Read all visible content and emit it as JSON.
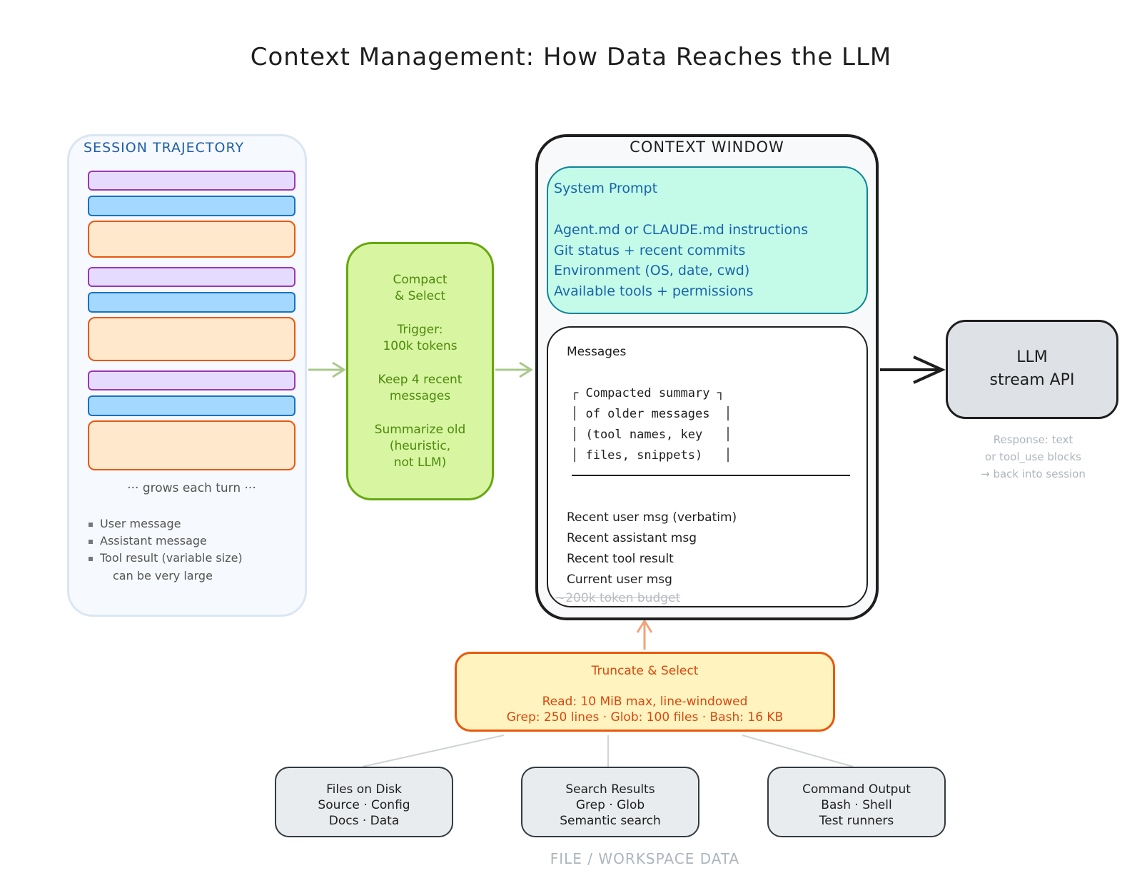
{
  "title": "Context Management: How Data Reaches the LLM",
  "session": {
    "title": "SESSION TRAJECTORY",
    "grows": "··· grows each turn ···",
    "legend": [
      "User message",
      "Assistant message",
      "Tool result (variable size)"
    ],
    "legend_note": "can be very large"
  },
  "compact": {
    "lines": [
      "Compact",
      "& Select",
      "",
      "Trigger:",
      "100k tokens",
      "",
      "Keep 4 recent",
      "messages",
      "",
      "Summarize old",
      "(heuristic,",
      "not LLM)"
    ]
  },
  "context": {
    "title": "CONTEXT WINDOW",
    "system": {
      "heading": "System Prompt",
      "lines": [
        "Agent.md or CLAUDE.md instructions",
        "Git status + recent commits",
        "Environment (OS, date, cwd)",
        "Available tools + permissions"
      ]
    },
    "messages": {
      "heading": "Messages",
      "summary": [
        "┌ Compacted summary ┐",
        "│ of older messages  │",
        "│ (tool names, key   │",
        "│ files, snippets)   │"
      ],
      "recent": [
        "Recent user msg (verbatim)",
        "Recent assistant msg",
        "Recent tool result",
        "Current user msg"
      ]
    },
    "budget": "~200k token budget"
  },
  "llm": {
    "lines": [
      "LLM",
      "stream API"
    ],
    "response": [
      "Response: text",
      "or tool_use blocks",
      "→ back into session"
    ]
  },
  "truncate": {
    "heading": "Truncate & Select",
    "line1": "Read: 10 MiB max, line-windowed",
    "line2": "Grep: 250 lines · Glob: 100 files · Bash: 16 KB"
  },
  "sources": [
    {
      "lines": [
        "Files on Disk",
        "Source · Config",
        "Docs · Data"
      ]
    },
    {
      "lines": [
        "Search Results",
        "Grep · Glob",
        "Semantic search"
      ]
    },
    {
      "lines": [
        "Command Output",
        "Bash · Shell",
        "Test runners"
      ]
    }
  ],
  "workspace_label": "FILE / WORKSPACE DATA",
  "colors": {
    "user": "#e5dbff",
    "assistant": "#a5d8ff",
    "tool": "#ffe8cc",
    "compact_stroke": "#66a80f",
    "truncate_stroke": "#e8590c",
    "system_fill": "#c3fae8"
  }
}
